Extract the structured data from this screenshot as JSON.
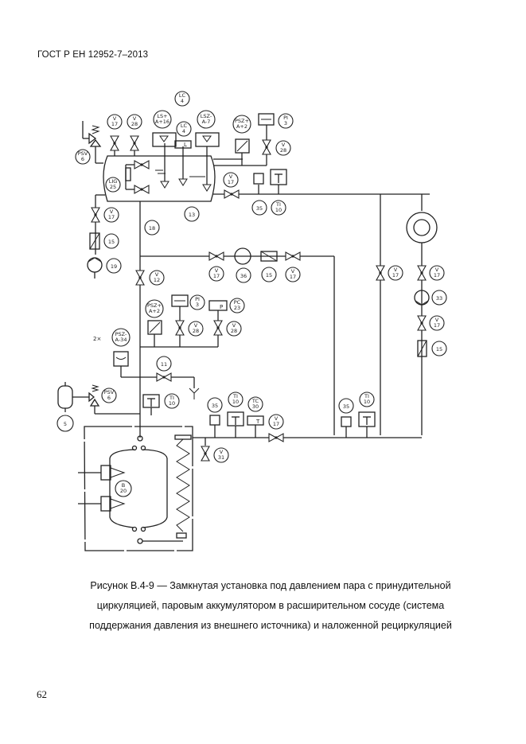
{
  "header": {
    "standard": "ГОСТ Р ЕН 12952-7–2013"
  },
  "figure": {
    "caption_lines": [
      "Рисунок В.4-9 — Замкнутая установка под давлением пара с принудительной",
      "циркуляцией, паровым аккумулятором в расширительном сосуде (система",
      "поддержания давления из внешнего источника) и наложенной рециркуляцией"
    ],
    "tags": {
      "lc4_top": [
        "LC",
        "4"
      ],
      "ls_a16": [
        "LS+",
        "A+16"
      ],
      "lc4": [
        "LC",
        "4"
      ],
      "lsz_a7": [
        "LSZ-",
        "A-7"
      ],
      "psz_a2_top": [
        "PSZ+",
        "A+2"
      ],
      "pi3_top": [
        "PI",
        "3"
      ],
      "v28_top_right": [
        "V",
        "28"
      ],
      "v17_top": [
        "V",
        "17"
      ],
      "v28_top": [
        "V",
        "28"
      ],
      "psv6_top": [
        "PSV",
        "6"
      ],
      "lig25": [
        "LIG",
        "25"
      ],
      "v17_tank_out": [
        "V",
        "17"
      ],
      "n35_top": [
        "35"
      ],
      "ti10_top": [
        "TI",
        "10"
      ],
      "n13": [
        "13"
      ],
      "n18": [
        "18"
      ],
      "v17_left": [
        "V",
        "17"
      ],
      "n15_left": [
        "15"
      ],
      "n19": [
        "19"
      ],
      "v17_mid1": [
        "V",
        "17"
      ],
      "n36": [
        "36"
      ],
      "n15_mid": [
        "15"
      ],
      "v17_mid2": [
        "V",
        "17"
      ],
      "v12": [
        "V",
        "12"
      ],
      "v17_right1": [
        "V",
        "17"
      ],
      "v17_right2": [
        "V",
        "17"
      ],
      "n33": [
        "33"
      ],
      "v17_right3": [
        "V",
        "17"
      ],
      "n15_right": [
        "15"
      ],
      "psz_a2_mid": [
        "PSZ+",
        "A+2"
      ],
      "pi3_mid": [
        "PI",
        "3"
      ],
      "pc23": [
        "PC",
        "23"
      ],
      "v28_mid1": [
        "V",
        "28"
      ],
      "v28_mid2": [
        "V",
        "28"
      ],
      "psz_a34": [
        "PSZ-",
        "A-34"
      ],
      "n11": [
        "11"
      ],
      "psv6_low": [
        "PSV",
        "6"
      ],
      "n5": [
        "5"
      ],
      "ti10_low": [
        "TI",
        "10"
      ],
      "n35_low": [
        "35"
      ],
      "ti10_low2": [
        "TI",
        "10"
      ],
      "tc30": [
        "TC",
        "30"
      ],
      "v17_low": [
        "V",
        "17"
      ],
      "v31": [
        "V",
        "31"
      ],
      "n35_low_right": [
        "35"
      ],
      "ti10_low_right": [
        "TI",
        "10"
      ],
      "b20": [
        "B",
        "20"
      ]
    },
    "multiplier_label": "2×",
    "instrument_letters": {
      "level": "L",
      "pressure": "P",
      "temperature": "T"
    }
  },
  "footer": {
    "page_number": "62"
  }
}
